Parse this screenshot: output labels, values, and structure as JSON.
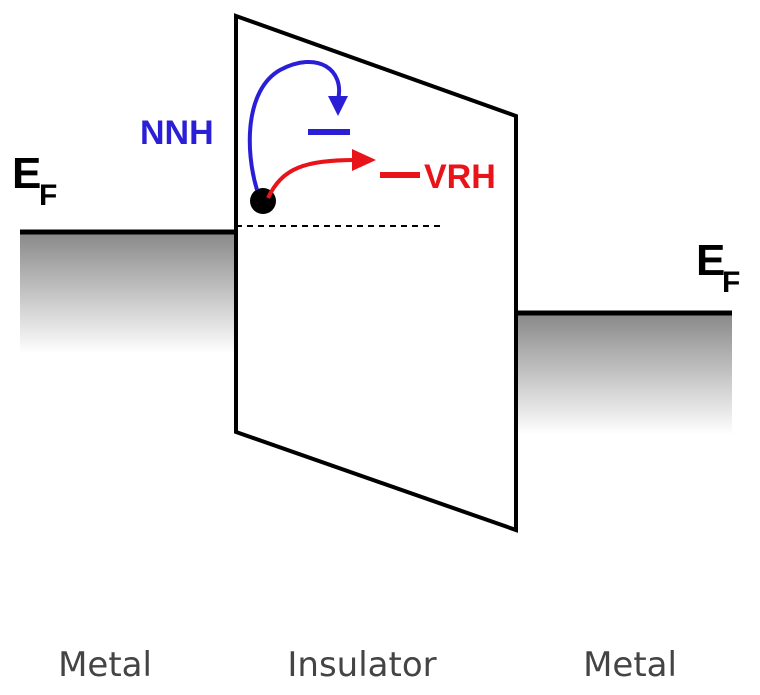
{
  "diagram": {
    "left_fermi": {
      "main": "E",
      "sub": "F"
    },
    "right_fermi": {
      "main": "E",
      "sub": "F"
    },
    "nnh": {
      "label": "NNH",
      "color": "#2a1fd6"
    },
    "vrh": {
      "label": "VRH",
      "color": "#e8141a"
    },
    "regions": {
      "left": "Metal",
      "middle": "Insulator",
      "right": "Metal"
    },
    "colors": {
      "outline": "#000000",
      "metal_gradient_top": "#8a8a8a",
      "metal_gradient_bottom": "#ffffff"
    }
  }
}
